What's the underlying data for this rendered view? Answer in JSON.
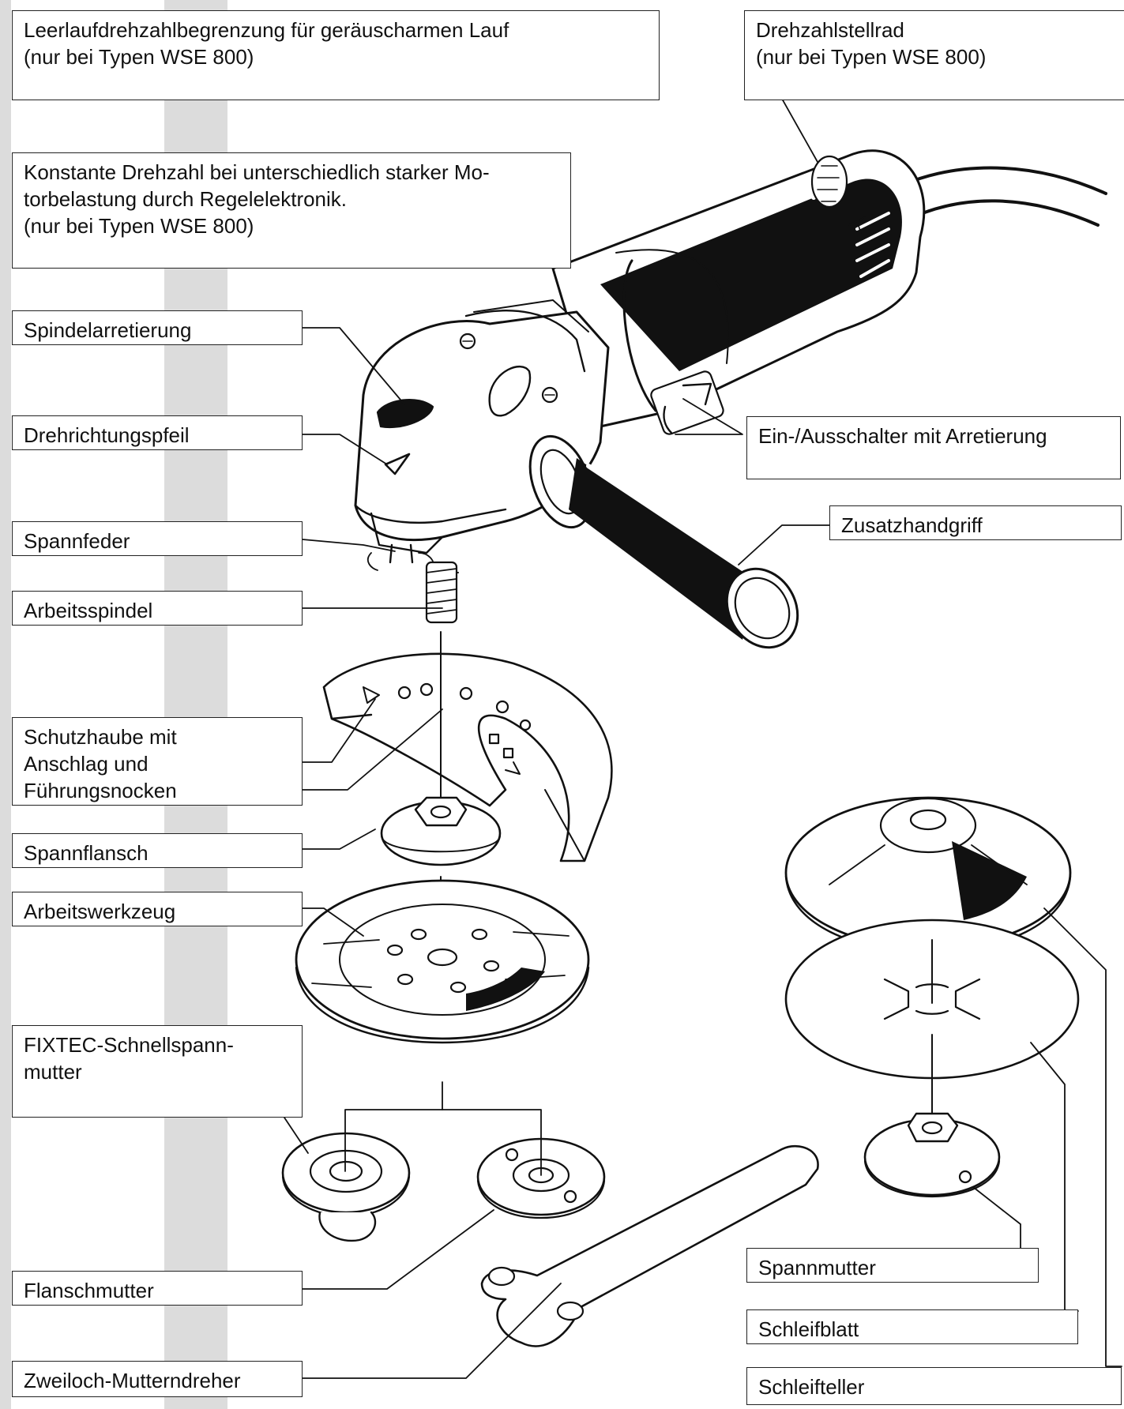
{
  "labels": {
    "idle_speed_limiter": "Leerlaufdrehzahlbegrenzung für geräuscharmen Lauf\n(nur bei Typen WSE 800)",
    "speed_wheel": "Drehzahlstellrad\n(nur bei Typen WSE 800)",
    "constant_speed": "Konstante Drehzahl bei unterschiedlich starker Mo-\ntorbelastung durch Regelelektronik.\n(nur bei Typen WSE 800)",
    "spindle_lock": "Spindelarretierung",
    "rotation_arrow": "Drehrichtungspfeil",
    "on_off_switch": "Ein-/Ausschalter mit Arretierung",
    "clamp_spring": "Spannfeder",
    "aux_handle": "Zusatzhandgriff",
    "work_spindle": "Arbeitsspindel",
    "guard": "Schutzhaube mit\nAnschlag und\nFührungsnocken",
    "clamp_flange": "Spannflansch",
    "work_tool": "Arbeitswerkzeug",
    "fixtec_nut": "FIXTEC-Schnellspann-\nmutter",
    "flange_nut": "Flanschmutter",
    "pin_spanner": "Zweiloch-Mutterndreher",
    "clamp_nut": "Spannmutter",
    "sanding_sheet": "Schleifblatt",
    "backing_pad": "Schleifteller"
  },
  "colors": {
    "strip": "#dcdcdc",
    "ink": "#111111",
    "paper": "#ffffff"
  }
}
